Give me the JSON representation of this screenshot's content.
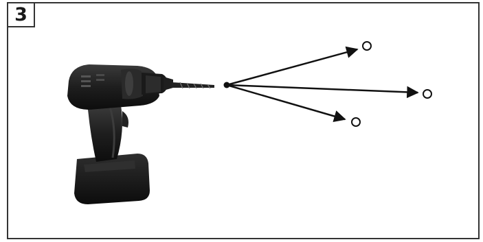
{
  "step": {
    "number": "3"
  },
  "illustration": {
    "tool": "cordless-drill",
    "arrows": 3,
    "colors": {
      "ink": "#111111",
      "frame": "#333333",
      "drill_body": "#1c1c1c",
      "drill_highlight": "#3a3a3a"
    }
  }
}
